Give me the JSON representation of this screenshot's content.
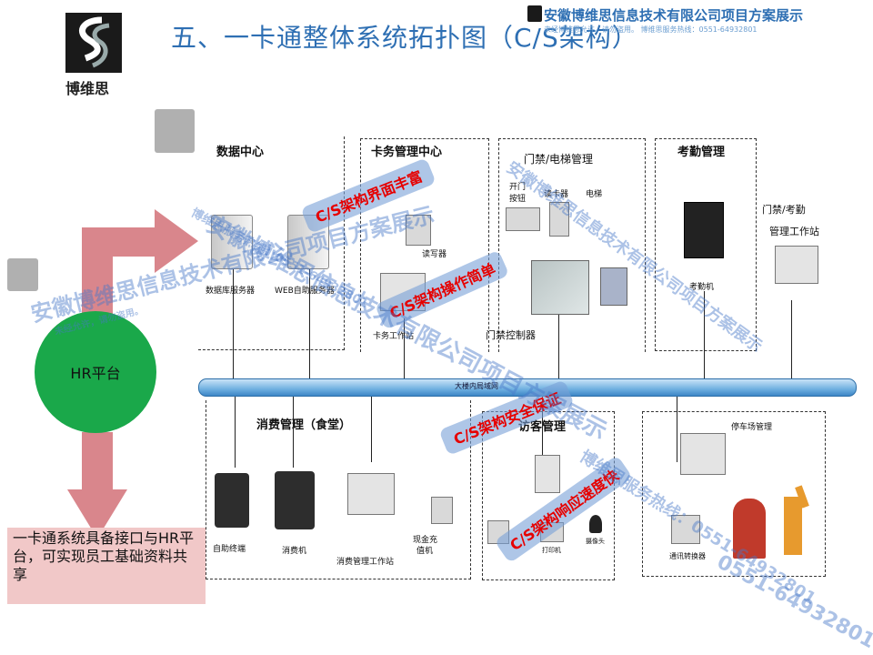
{
  "header": {
    "title": "五、一卡通整体系统拓扑图（C/S架构）",
    "company": "安徽博维思信息技术有限公司项目方案展示",
    "company_sub": "未经博维思允许，请勿盗用。  博维思服务热线：0551-64932801",
    "logo_text": "博维思"
  },
  "sections": {
    "data_center": {
      "title": "数据中心",
      "db_server": "数据库服务器",
      "web_server": "WEB自助服务器"
    },
    "card_mgmt": {
      "title": "卡务管理中心",
      "reader": "读写器",
      "workstation": "卡务工作站"
    },
    "access": {
      "title": "门禁/电梯管理",
      "open_button": "开门按钮",
      "card_reader": "读卡器",
      "elevator": "电梯",
      "controller": "门禁控制器"
    },
    "attendance": {
      "title": "考勤管理",
      "machine": "考勤机",
      "workstation_line1": "门禁/考勤",
      "workstation_line2": "管理工作站"
    },
    "consumption": {
      "title": "消费管理（食堂）",
      "terminal": "自助终端",
      "pos": "消费机",
      "workstation": "消费管理工作站",
      "recharge_line1": "现金充",
      "recharge_line2": "值机"
    },
    "visitor": {
      "title": "访客管理",
      "printer": "打印机",
      "camera": "摄像头"
    },
    "parking": {
      "title": "停车场管理",
      "converter": "通讯转换器"
    }
  },
  "network": {
    "bus_label": "大楼内局域网"
  },
  "hr": {
    "label": "HR平台"
  },
  "note": {
    "text": "一卡通系统具备接口与HR平台，可实现员工基础资料共享"
  },
  "features": [
    "C/S架构界面丰富",
    "C/S架构操作简单",
    "C/S架构安全保证",
    "C/S架构响应速度快"
  ],
  "watermarks": {
    "company": "安徽博维思信息技术有限公司项目方案展示",
    "line2": "博维思服务热线：0551-64932801",
    "disclaimer": "未经允许，请勿盗用。",
    "phone": "0551-64932801"
  },
  "colors": {
    "title": "#2e6fb3",
    "feature_text": "#e60000",
    "hr_circle": "#1aa84a",
    "arrow": "#d9868c",
    "note_bg": "#f1c8c8",
    "bus": "#6fb0e0"
  }
}
